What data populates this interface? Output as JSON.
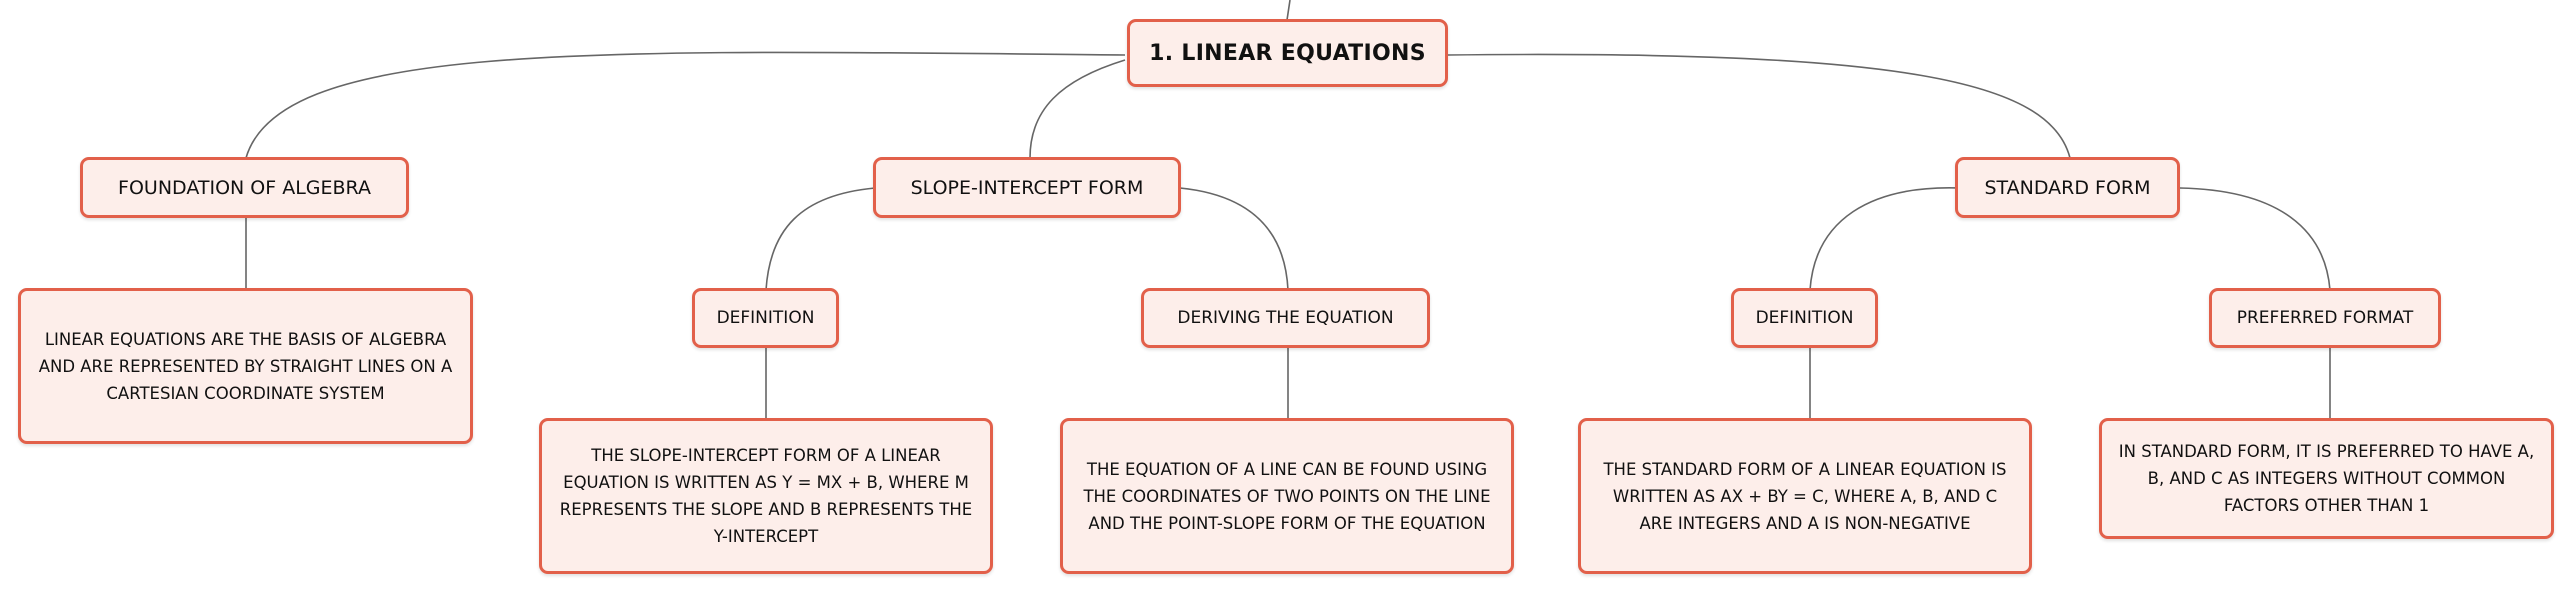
{
  "root": {
    "label": "1. LINEAR EQUATIONS"
  },
  "branches": [
    {
      "label": "FOUNDATION OF ALGEBRA",
      "leaf": "LINEAR EQUATIONS ARE THE BASIS OF ALGEBRA AND ARE REPRESENTED BY STRAIGHT LINES ON A CARTESIAN COORDINATE SYSTEM"
    },
    {
      "label": "SLOPE-INTERCEPT FORM",
      "children": [
        {
          "label": "DEFINITION",
          "leaf": "THE SLOPE-INTERCEPT FORM OF A LINEAR EQUATION IS WRITTEN AS Y = MX + B, WHERE M REPRESENTS THE SLOPE AND B REPRESENTS THE Y-INTERCEPT"
        },
        {
          "label": "DERIVING THE EQUATION",
          "leaf": "THE EQUATION OF A LINE CAN BE FOUND USING THE COORDINATES OF TWO POINTS ON THE LINE AND THE POINT-SLOPE FORM OF THE EQUATION"
        }
      ]
    },
    {
      "label": "STANDARD FORM",
      "children": [
        {
          "label": "DEFINITION",
          "leaf": "THE STANDARD FORM OF A LINEAR EQUATION IS WRITTEN AS AX + BY = C, WHERE A, B, AND C ARE INTEGERS AND A IS NON-NEGATIVE"
        },
        {
          "label": "PREFERRED FORMAT",
          "leaf": "IN STANDARD FORM, IT IS PREFERRED TO HAVE A, B, AND C AS INTEGERS WITHOUT COMMON FACTORS OTHER THAN 1"
        }
      ]
    }
  ],
  "colors": {
    "node_fill": "#fdeeea",
    "node_border": "#e2604a",
    "connector": "#666666"
  }
}
